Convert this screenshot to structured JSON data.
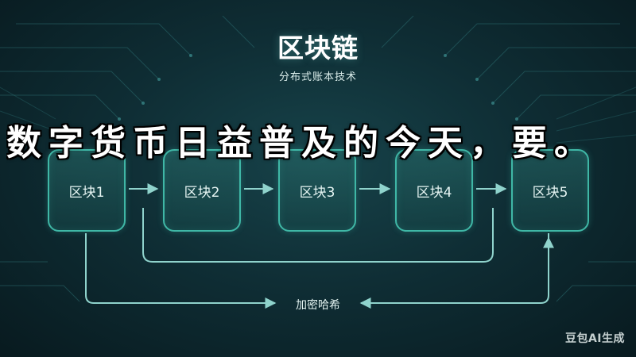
{
  "header": {
    "title": "区块链",
    "subtitle": "分布式账本技术"
  },
  "blocks": [
    "区块1",
    "区块2",
    "区块3",
    "区块4",
    "区块5"
  ],
  "hash_label": "加密哈希",
  "overlay_caption": "数字货币日益普及的今天，要。",
  "watermark": "豆包AI生成",
  "colors": {
    "accent": "#3fb7a6",
    "arrow": "#8fd3cc",
    "background": "#0f2e35"
  }
}
